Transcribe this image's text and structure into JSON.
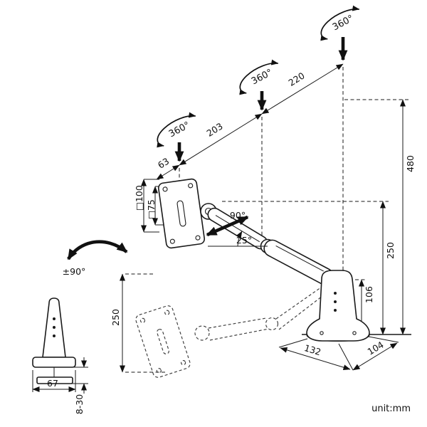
{
  "diagram": {
    "unit_label": "unit:mm",
    "rotation_labels": {
      "head_swivel": "360°",
      "mid_swivel": "360°",
      "base_swivel": "360°",
      "vesa_rotation": "±90°",
      "arm_pan": "90°",
      "arm_tilt": "25°"
    },
    "dimension_labels": {
      "reach_total": "220",
      "reach_mid": "203",
      "reach_head": "63",
      "vesa_outer": "□100",
      "vesa_inner": "□75",
      "height_total": "480",
      "height_arm": "250",
      "height_base": "106",
      "drop_range": "250",
      "base_depth": "132",
      "base_width": "104",
      "grommet_base_width": "67",
      "desk_thickness_range": "8-30"
    }
  }
}
